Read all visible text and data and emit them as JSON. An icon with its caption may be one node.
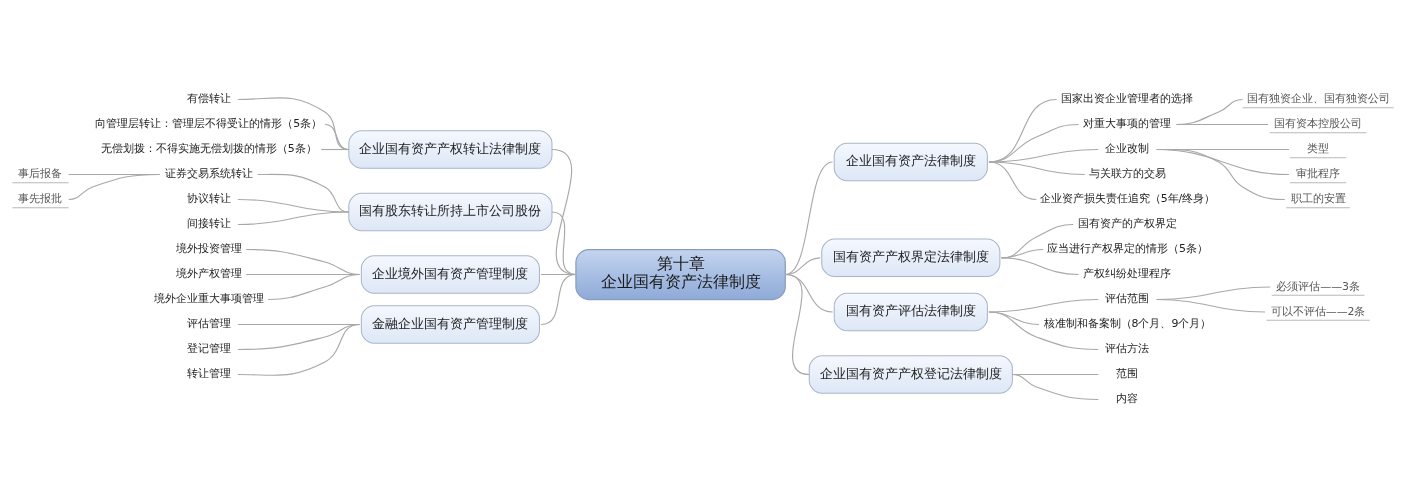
{
  "diagram": {
    "nodes": [
      {
        "text": [
          "第十章",
          "企业国有资产法律制度"
        ]
      },
      {
        "text": [
          "企业国有资产法律制度"
        ]
      },
      {
        "text": [
          "国家出资企业管理者的选择"
        ]
      },
      {
        "text": [
          "对重大事项的管理"
        ]
      },
      {
        "text": [
          "国有独资企业、国有独资公司"
        ]
      },
      {
        "text": [
          "国有资本控股公司"
        ]
      },
      {
        "text": [
          "企业改制"
        ]
      },
      {
        "text": [
          "类型"
        ]
      },
      {
        "text": [
          "审批程序"
        ]
      },
      {
        "text": [
          "职工的安置"
        ]
      },
      {
        "text": [
          "与关联方的交易"
        ]
      },
      {
        "text": [
          "企业资产损失责任追究（5年/终身）"
        ]
      },
      {
        "text": [
          "国有资产产权界定法律制度"
        ]
      },
      {
        "text": [
          "国有资产的产权界定"
        ]
      },
      {
        "text": [
          "应当进行产权界定的情形（5条）"
        ]
      },
      {
        "text": [
          "产权纠纷处理程序"
        ]
      },
      {
        "text": [
          "国有资产评估法律制度"
        ]
      },
      {
        "text": [
          "评估范围"
        ]
      },
      {
        "text": [
          "必须评估——3条"
        ]
      },
      {
        "text": [
          "可以不评估——2条"
        ]
      },
      {
        "text": [
          "核准制和备案制（8个月、9个月）"
        ]
      },
      {
        "text": [
          "评估方法"
        ]
      },
      {
        "text": [
          "企业国有资产产权登记法律制度"
        ]
      },
      {
        "text": [
          "范围"
        ]
      },
      {
        "text": [
          "内容"
        ]
      },
      {
        "text": [
          "企业国有资产产权转让法律制度"
        ]
      },
      {
        "text": [
          "有偿转让"
        ]
      },
      {
        "text": [
          "向管理层转让：管理层不得受让的情形（5条）"
        ]
      },
      {
        "text": [
          "无偿划拨：不得实施无偿划拨的情形（5条）"
        ]
      },
      {
        "text": [
          "国有股东转让所持上市公司股份"
        ]
      },
      {
        "text": [
          "证券交易系统转让"
        ]
      },
      {
        "text": [
          "事后报备"
        ]
      },
      {
        "text": [
          "事先报批"
        ]
      },
      {
        "text": [
          "协议转让"
        ]
      },
      {
        "text": [
          "间接转让"
        ]
      },
      {
        "text": [
          "企业境外国有资产管理制度"
        ]
      },
      {
        "text": [
          "境外投资管理"
        ]
      },
      {
        "text": [
          "境外产权管理"
        ]
      },
      {
        "text": [
          "境外企业重大事项管理"
        ]
      },
      {
        "text": [
          "金融企业国有资产管理制度"
        ]
      },
      {
        "text": [
          "评估管理"
        ]
      },
      {
        "text": [
          "登记管理"
        ]
      },
      {
        "text": [
          "转让管理"
        ]
      }
    ],
    "edges": [
      {
        "from": 0,
        "to": 1,
        "arrow": "none"
      },
      {
        "from": 1,
        "to": 2,
        "arrow": "none"
      },
      {
        "from": 1,
        "to": 3,
        "arrow": "none"
      },
      {
        "from": 3,
        "to": 4,
        "arrow": "none"
      },
      {
        "from": 3,
        "to": 5,
        "arrow": "none"
      },
      {
        "from": 1,
        "to": 6,
        "arrow": "none"
      },
      {
        "from": 6,
        "to": 7,
        "arrow": "none"
      },
      {
        "from": 6,
        "to": 8,
        "arrow": "none"
      },
      {
        "from": 6,
        "to": 9,
        "arrow": "none"
      },
      {
        "from": 1,
        "to": 10,
        "arrow": "none"
      },
      {
        "from": 1,
        "to": 11,
        "arrow": "none"
      },
      {
        "from": 0,
        "to": 12,
        "arrow": "none"
      },
      {
        "from": 12,
        "to": 13,
        "arrow": "none"
      },
      {
        "from": 12,
        "to": 14,
        "arrow": "none"
      },
      {
        "from": 12,
        "to": 15,
        "arrow": "none"
      },
      {
        "from": 0,
        "to": 16,
        "arrow": "none"
      },
      {
        "from": 16,
        "to": 17,
        "arrow": "none"
      },
      {
        "from": 17,
        "to": 18,
        "arrow": "none"
      },
      {
        "from": 17,
        "to": 19,
        "arrow": "none"
      },
      {
        "from": 16,
        "to": 20,
        "arrow": "none"
      },
      {
        "from": 16,
        "to": 21,
        "arrow": "none"
      },
      {
        "from": 0,
        "to": 22,
        "arrow": "none"
      },
      {
        "from": 22,
        "to": 23,
        "arrow": "none"
      },
      {
        "from": 22,
        "to": 24,
        "arrow": "none"
      },
      {
        "from": 0,
        "to": 25,
        "arrow": "none"
      },
      {
        "from": 25,
        "to": 26,
        "arrow": "none"
      },
      {
        "from": 25,
        "to": 27,
        "arrow": "none"
      },
      {
        "from": 25,
        "to": 28,
        "arrow": "none"
      },
      {
        "from": 0,
        "to": 29,
        "arrow": "none"
      },
      {
        "from": 29,
        "to": 30,
        "arrow": "none"
      },
      {
        "from": 30,
        "to": 31,
        "arrow": "none"
      },
      {
        "from": 30,
        "to": 32,
        "arrow": "none"
      },
      {
        "from": 29,
        "to": 33,
        "arrow": "none"
      },
      {
        "from": 29,
        "to": 34,
        "arrow": "none"
      },
      {
        "from": 0,
        "to": 35,
        "arrow": "none"
      },
      {
        "from": 35,
        "to": 36,
        "arrow": "none"
      },
      {
        "from": 35,
        "to": 37,
        "arrow": "none"
      },
      {
        "from": 35,
        "to": 38,
        "arrow": "none"
      },
      {
        "from": 0,
        "to": 39,
        "arrow": "none"
      },
      {
        "from": 39,
        "to": 40,
        "arrow": "none"
      },
      {
        "from": 39,
        "to": 41,
        "arrow": "none"
      },
      {
        "from": 39,
        "to": 42,
        "arrow": "none"
      }
    ]
  }
}
